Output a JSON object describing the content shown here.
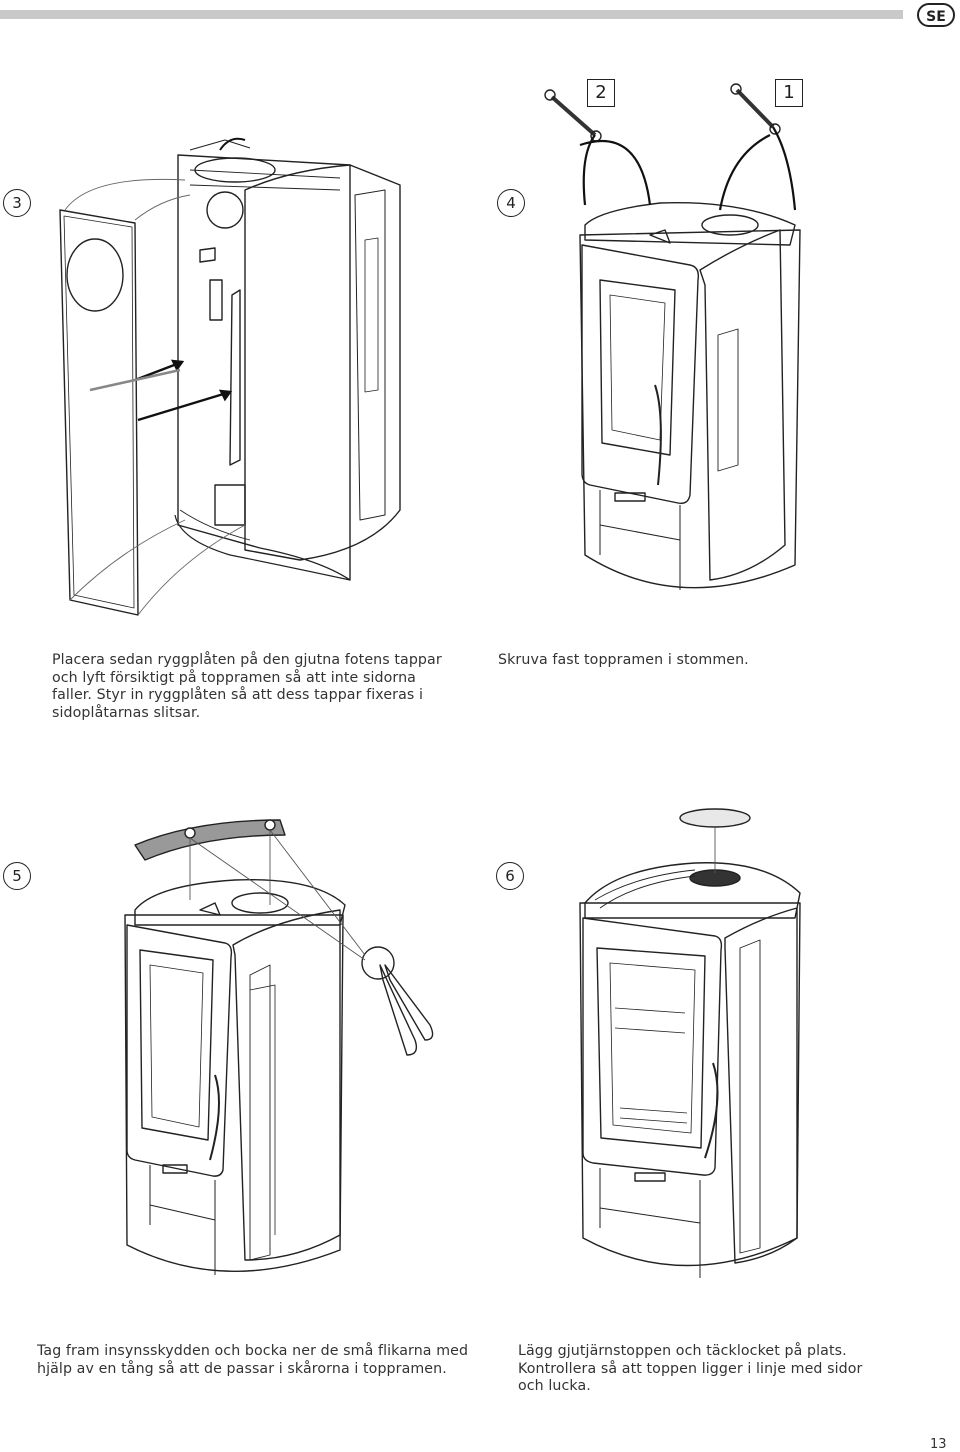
{
  "header": {
    "language_badge": "SE"
  },
  "steps": [
    {
      "number": "3",
      "caption_lines": [
        "Placera sedan ryggplåten på den gjutna fotens tappar",
        "och lyft försiktigt på toppramen så att inte sidorna",
        "faller. Styr in ryggplåten så att dess tappar fixeras i",
        "sidoplåtarnas slitsar."
      ]
    },
    {
      "number": "4",
      "caption_lines": [
        "Skruva fast toppramen i stommen."
      ],
      "tool_labels": [
        "2",
        "1"
      ]
    },
    {
      "number": "5",
      "caption_lines": [
        "Tag fram insynsskydden och bocka ner de små flikarna med",
        "hjälp av en tång så att de passar i skårorna i toppramen."
      ]
    },
    {
      "number": "6",
      "caption_lines": [
        "Lägg gjutjärnstoppen och täcklocket på plats.",
        "Kontrollera så att toppen ligger i linje med sidor",
        "och lucka."
      ]
    }
  ],
  "page_number": "13"
}
